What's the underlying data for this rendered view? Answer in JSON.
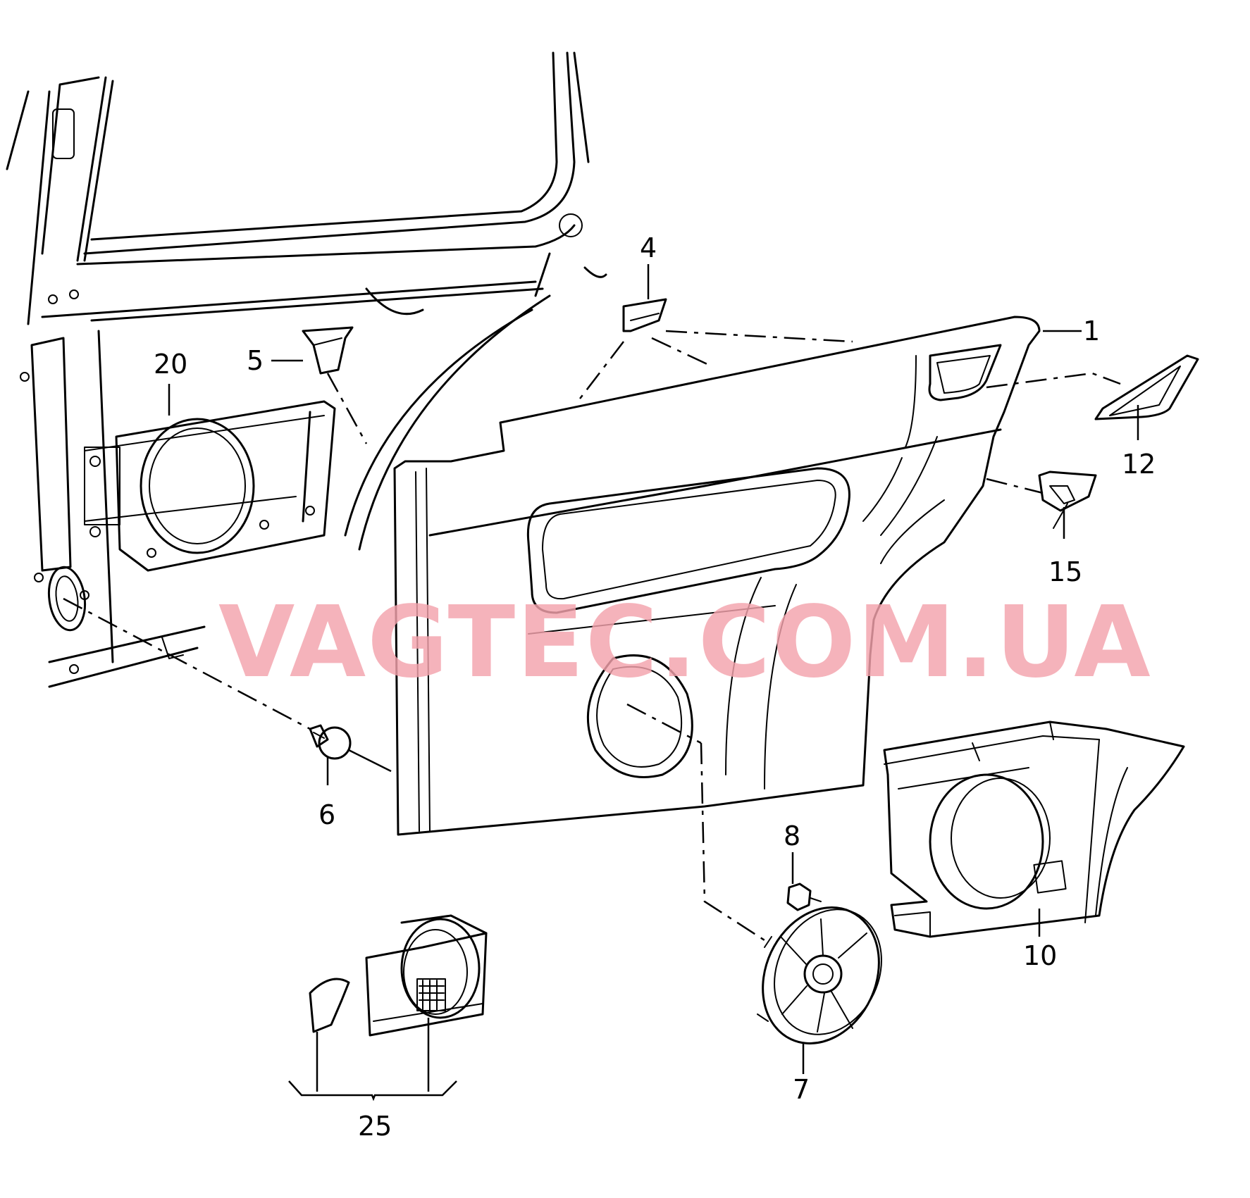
{
  "watermark": "VAGTEC.COM.UA",
  "callouts": {
    "c1": "1",
    "c4": "4",
    "c5": "5",
    "c6": "6",
    "c7": "7",
    "c8": "8",
    "c10": "10",
    "c12": "12",
    "c15": "15",
    "c20": "20",
    "c25": "25"
  }
}
